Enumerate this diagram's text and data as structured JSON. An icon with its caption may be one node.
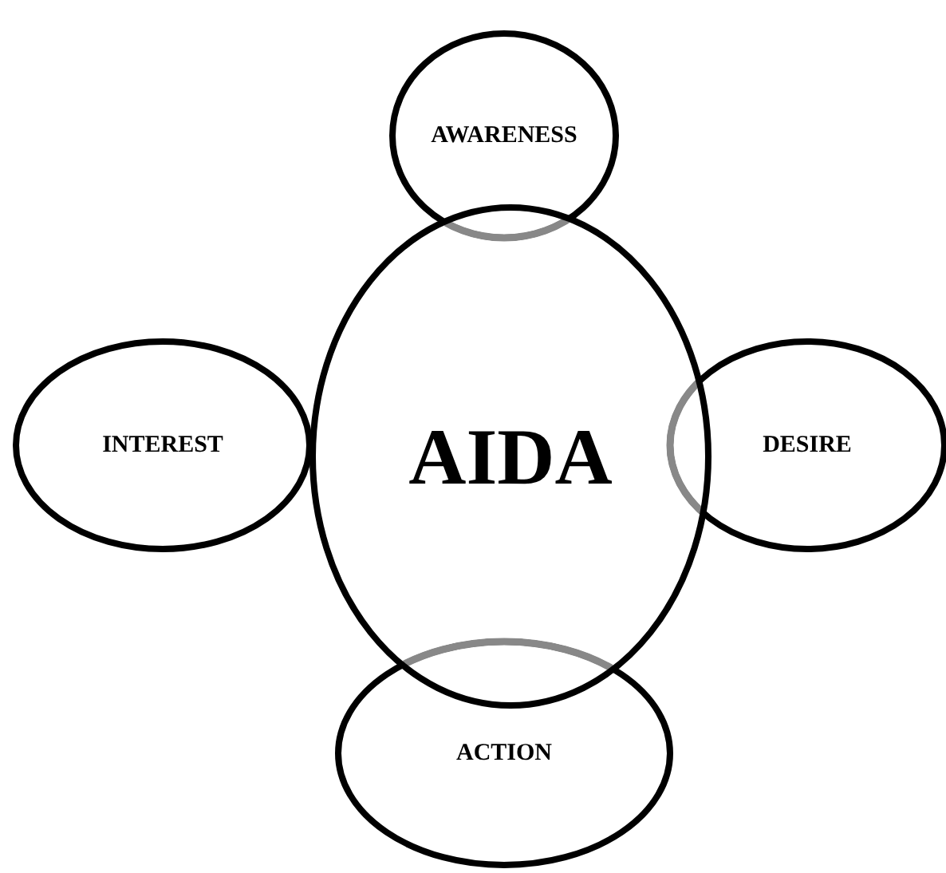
{
  "diagram": {
    "nodes": [
      {
        "text": [
          "AIDA"
        ]
      },
      {
        "text": [
          "AWARENESS"
        ]
      },
      {
        "text": [
          "INTEREST"
        ]
      },
      {
        "text": [
          "DESIRE"
        ]
      },
      {
        "text": [
          "ACTION"
        ]
      }
    ]
  }
}
